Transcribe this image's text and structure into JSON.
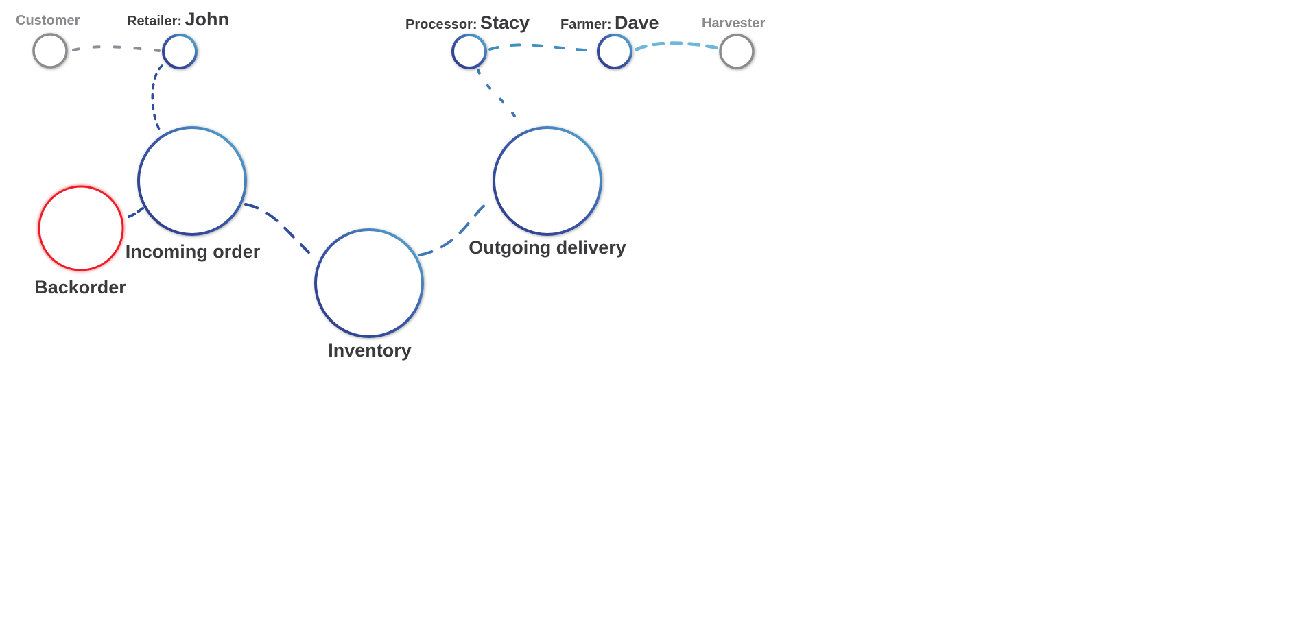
{
  "nodes": {
    "customer": {
      "label": "Customer"
    },
    "retailer": {
      "role": "Retailer:",
      "name": "John"
    },
    "processor": {
      "role": "Processor:",
      "name": "Stacy"
    },
    "farmer": {
      "role": "Farmer:",
      "name": "Dave"
    },
    "harvester": {
      "label": "Harvester"
    },
    "incoming_order": {
      "label": "Incoming order"
    },
    "outgoing_delivery": {
      "label": "Outgoing delivery"
    },
    "inventory": {
      "label": "Inventory"
    },
    "backorder": {
      "label": "Backorder"
    }
  },
  "colors": {
    "node_ring_dark": "#2e3a86",
    "node_ring_light": "#5ab4d6",
    "external_ring": "#8c8c8c",
    "backorder_ring": "#ee1c25",
    "link_dark": "#2f4d9a",
    "link_mid": "#3f78b4",
    "link_light": "#6fb7d8",
    "link_gray": "#8a8f9a",
    "label_text": "#3a3a3c",
    "label_muted": "#8a8a8c"
  }
}
